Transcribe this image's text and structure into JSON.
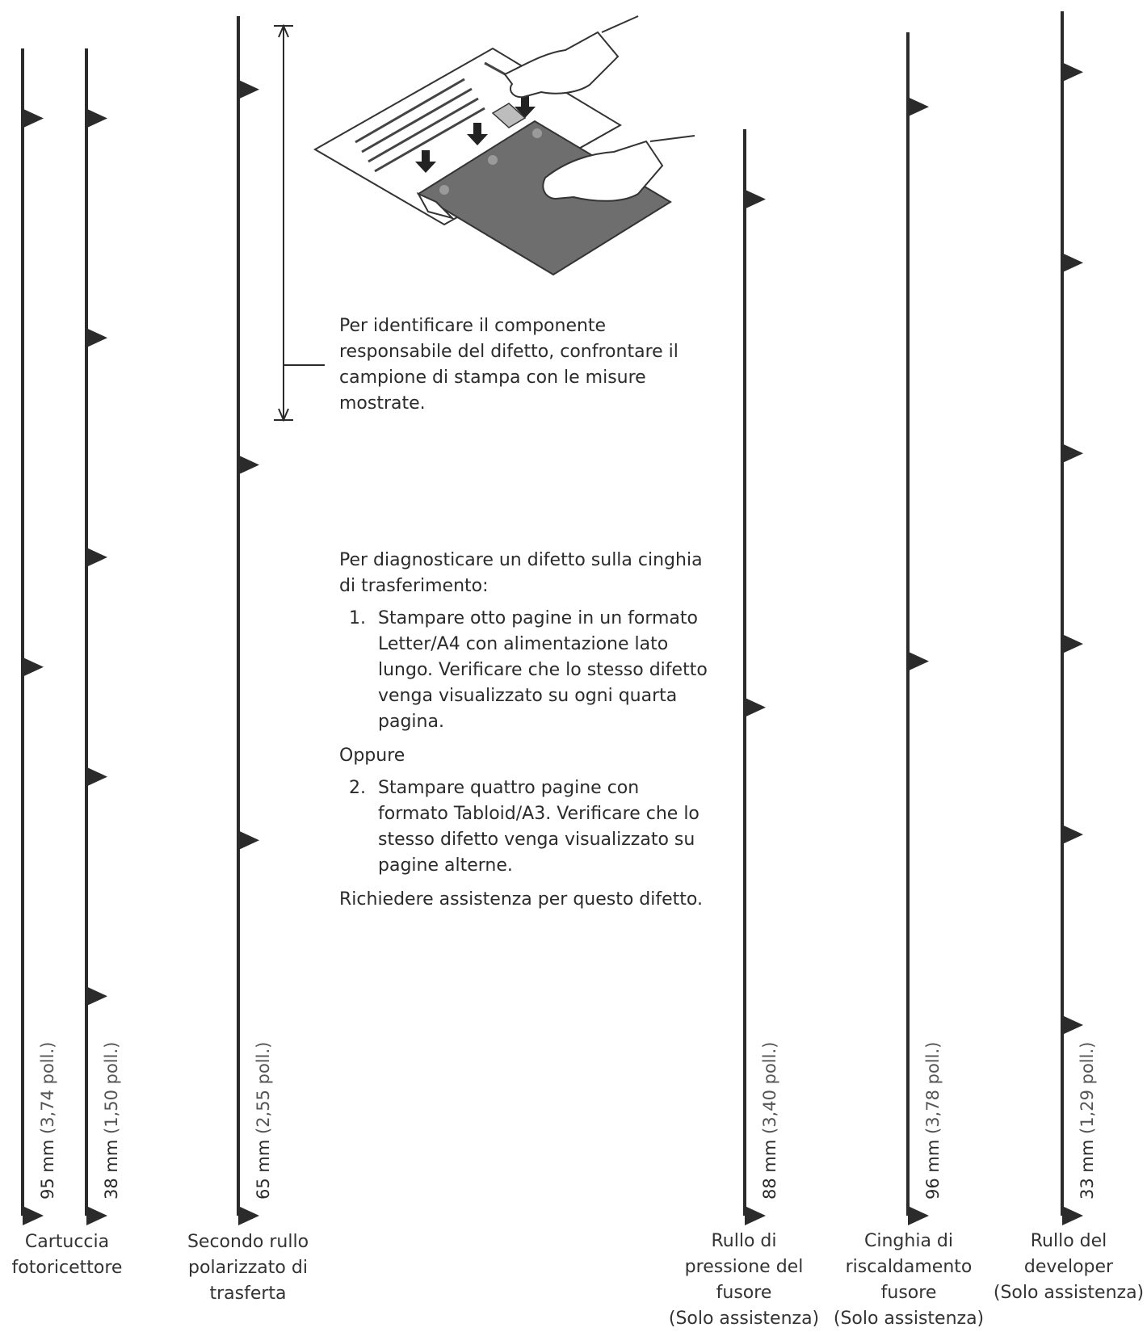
{
  "note_identify": "Per identificare il componente responsabile del difetto, confrontare il campione di stampa con le misure mostrate.",
  "belt": {
    "intro": "Per diagnosticare un difetto sulla cinghia di trasferimento:",
    "step1_num": "1.",
    "step1": "Stampare otto pagine in un formato Letter/A4 con alimentazione lato lungo. Verificare che lo stesso difetto venga visualizzato su ogni quarta pagina.",
    "or": "Oppure",
    "step2_num": "2.",
    "step2": "Stampare quattro pagine con formato Tabloid/A3. Verificare che lo stesso difetto venga visualizzato su pagine alterne.",
    "service": "Richiedere assistenza per questo difetto."
  },
  "rulers": [
    {
      "mm": "95 mm",
      "inch": "(3,74 poll.)",
      "caption": [
        "Cartuccia",
        "fotoricettore"
      ]
    },
    {
      "mm": "38 mm",
      "inch": "(1,50 poll.)",
      "caption": []
    },
    {
      "mm": "65 mm",
      "inch": "(2,55 poll.)",
      "caption": [
        "Secondo rullo",
        "polarizzato di",
        "trasferta"
      ]
    },
    {
      "mm": "88 mm",
      "inch": "(3,40 poll.)",
      "caption": [
        "Rullo di",
        "pressione del",
        "fusore",
        "(Solo assistenza)"
      ]
    },
    {
      "mm": "96 mm",
      "inch": "(3,78 poll.)",
      "caption": [
        "Cinghia di",
        "riscaldamento",
        "fusore",
        "(Solo assistenza)"
      ]
    },
    {
      "mm": "33 mm",
      "inch": "(1,29 poll.)",
      "caption": [
        "Rullo del",
        "developer",
        "(Solo assistenza)"
      ]
    }
  ],
  "colors": {
    "ink": "#2b2b2b",
    "paper_dark": "#6e6e6e"
  }
}
